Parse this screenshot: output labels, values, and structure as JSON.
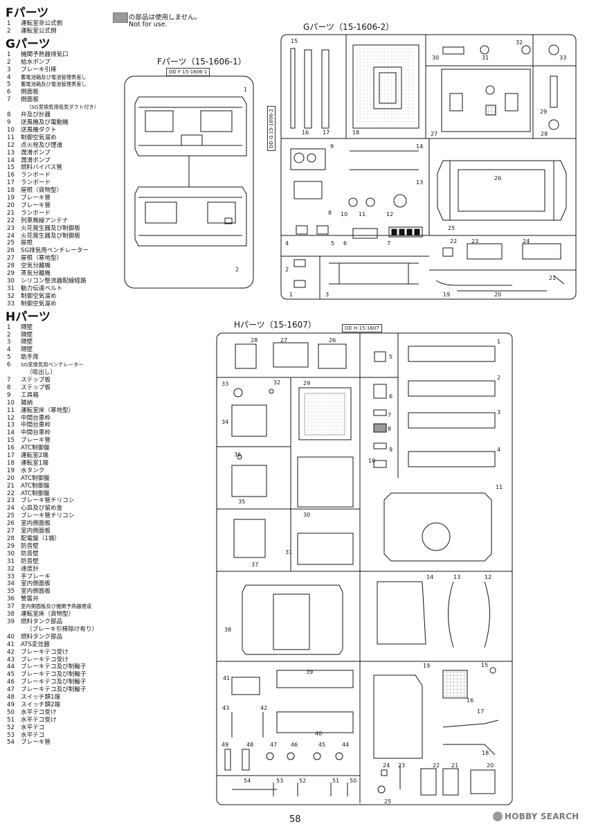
{
  "legend": {
    "f": {
      "title": "Fパーツ",
      "items": [
        {
          "n": "1",
          "t": "運転室非公式側"
        },
        {
          "n": "2",
          "t": "運転室公式側"
        }
      ]
    },
    "g": {
      "title": "Gパーツ",
      "items": [
        {
          "n": "1",
          "t": "機関予熱器排気口"
        },
        {
          "n": "2",
          "t": "給水ポンプ"
        },
        {
          "n": "3",
          "t": "ブレーキ引棒"
        },
        {
          "n": "4",
          "t": "蓄電池箱及び電池管理表差し"
        },
        {
          "n": "5",
          "t": "蓄電池箱及び電池管理表差し"
        },
        {
          "n": "6",
          "t": "側面板"
        },
        {
          "n": "7",
          "t": "側面板"
        },
        {
          "n": "",
          "t": "（SG室換気用吸気ダクト付き）"
        },
        {
          "n": "8",
          "t": "弁及び計器"
        },
        {
          "n": "9",
          "t": "送風機及び電動機"
        },
        {
          "n": "10",
          "t": "送風機ダクト"
        },
        {
          "n": "11",
          "t": "制御空気溜め"
        },
        {
          "n": "12",
          "t": "点火栓及び煙道"
        },
        {
          "n": "13",
          "t": "潤滑ポンプ"
        },
        {
          "n": "14",
          "t": "潤滑ポンプ"
        },
        {
          "n": "15",
          "t": "燃料バイパス管"
        },
        {
          "n": "16",
          "t": "ランボード"
        },
        {
          "n": "17",
          "t": "ランボード"
        },
        {
          "n": "18",
          "t": "屋根（貨物型）"
        },
        {
          "n": "19",
          "t": "ブレーキ管"
        },
        {
          "n": "20",
          "t": "ブレーキ管"
        },
        {
          "n": "21",
          "t": "ランボード"
        },
        {
          "n": "22",
          "t": "列車無線アンテナ"
        },
        {
          "n": "23",
          "t": "火花発生器及び制御板"
        },
        {
          "n": "24",
          "t": "火花発生器及び制御板"
        },
        {
          "n": "25",
          "t": "屋根"
        },
        {
          "n": "26",
          "t": "SG排気用ベンチレーター"
        },
        {
          "n": "27",
          "t": "屋根（寒地型）"
        },
        {
          "n": "28",
          "t": "空気分離機"
        },
        {
          "n": "29",
          "t": "蒸気分離機"
        },
        {
          "n": "30",
          "t": "シリコン整流器配線経路"
        },
        {
          "n": "31",
          "t": "動力伝達ベルト"
        },
        {
          "n": "32",
          "t": "制御空気溜め"
        },
        {
          "n": "33",
          "t": "制御空気溜め"
        }
      ]
    },
    "h": {
      "title": "Hパーツ",
      "items": [
        {
          "n": "1",
          "t": "隔壁"
        },
        {
          "n": "2",
          "t": "隔壁"
        },
        {
          "n": "3",
          "t": "隔壁"
        },
        {
          "n": "4",
          "t": "隔壁"
        },
        {
          "n": "5",
          "t": "助手席"
        },
        {
          "n": "6",
          "t": "SG室換気用ベンチレーター"
        },
        {
          "n": "",
          "t": "（吸出し）"
        },
        {
          "n": "7",
          "t": "ステップ板"
        },
        {
          "n": "8",
          "t": "ステップ板"
        },
        {
          "n": "9",
          "t": "工具箱"
        },
        {
          "n": "10",
          "t": "雑納"
        },
        {
          "n": "11",
          "t": "運転室床（寒地型）"
        },
        {
          "n": "12",
          "t": "中間台車枠"
        },
        {
          "n": "13",
          "t": "中間台車枠"
        },
        {
          "n": "14",
          "t": "中間台車枠"
        },
        {
          "n": "15",
          "t": "ブレーキ管"
        },
        {
          "n": "16",
          "t": "ATC制御盤"
        },
        {
          "n": "17",
          "t": "運転室2端"
        },
        {
          "n": "18",
          "t": "運転室1端"
        },
        {
          "n": "19",
          "t": "水タンク"
        },
        {
          "n": "20",
          "t": "ATC制御盤"
        },
        {
          "n": "21",
          "t": "ATC制御盤"
        },
        {
          "n": "22",
          "t": "ATC制御盤"
        },
        {
          "n": "23",
          "t": "ブレーキ管チリコシ"
        },
        {
          "n": "24",
          "t": "心皿及び留め金"
        },
        {
          "n": "25",
          "t": "ブレーキ管チリコシ"
        },
        {
          "n": "26",
          "t": "室内側面板"
        },
        {
          "n": "27",
          "t": "室内側面板"
        },
        {
          "n": "28",
          "t": "配電盤（1端）"
        },
        {
          "n": "29",
          "t": "防音壁"
        },
        {
          "n": "30",
          "t": "防音壁"
        },
        {
          "n": "31",
          "t": "防音壁"
        },
        {
          "n": "32",
          "t": "速度計"
        },
        {
          "n": "33",
          "t": "手ブレーキ"
        },
        {
          "n": "34",
          "t": "室内側面板"
        },
        {
          "n": "35",
          "t": "室内側面板"
        },
        {
          "n": "36",
          "t": "警笛弁"
        },
        {
          "n": "37",
          "t": "室内側面板及び機関予熱器煙道"
        },
        {
          "n": "38",
          "t": "運転室床（貨物型）"
        },
        {
          "n": "39",
          "t": "燃料タンク部品"
        },
        {
          "n": "",
          "t": "（ブレーキ引棒除け有り）"
        },
        {
          "n": "40",
          "t": "燃料タンク部品"
        },
        {
          "n": "41",
          "t": "ATS変信器"
        },
        {
          "n": "42",
          "t": "ブレーキテコ受け"
        },
        {
          "n": "43",
          "t": "ブレーキテコ受け"
        },
        {
          "n": "44",
          "t": "ブレーキテコ及び制輪子"
        },
        {
          "n": "45",
          "t": "ブレーキテコ及び制輪子"
        },
        {
          "n": "46",
          "t": "ブレーキテコ及び制輪子"
        },
        {
          "n": "47",
          "t": "ブレーキテコ及び制輪子"
        },
        {
          "n": "48",
          "t": "スイッチ類1端"
        },
        {
          "n": "49",
          "t": "スイッチ類2端"
        },
        {
          "n": "50",
          "t": "水平テコ受け"
        },
        {
          "n": "51",
          "t": "水平テコ受け"
        },
        {
          "n": "52",
          "t": "水平テコ"
        },
        {
          "n": "53",
          "t": "水平テコ"
        },
        {
          "n": "54",
          "t": "ブレーキ管"
        }
      ]
    }
  },
  "note": {
    "jp": "の部品は使用しません。",
    "en": "Not for use.",
    "color": "#9a9a9a"
  },
  "runners": {
    "f": {
      "title": "Fパーツ（15-1606-1）",
      "tag": "DD F 15-1606-1",
      "parts": [
        "1",
        "2"
      ]
    },
    "g": {
      "title": "Gパーツ（15-1606-2）",
      "tag": "DD G 15-1606-2",
      "parts": [
        "15",
        "16",
        "17",
        "18",
        "30",
        "31",
        "32",
        "33",
        "29",
        "28",
        "27",
        "9",
        "14",
        "13",
        "26",
        "8",
        "10",
        "11",
        "12",
        "25",
        "4",
        "5",
        "6",
        "7",
        "22",
        "23",
        "24",
        "2",
        "21",
        "1",
        "3",
        "19",
        "20"
      ]
    },
    "h": {
      "title": "Hパーツ（15-1607）",
      "tag": "DD H 15-1607",
      "parts": [
        "28",
        "27",
        "26",
        "5",
        "1",
        "33",
        "32",
        "29",
        "6",
        "2",
        "7",
        "34",
        "8",
        "3",
        "36",
        "9",
        "4",
        "10",
        "35",
        "30",
        "11",
        "37",
        "31",
        "14",
        "13",
        "12",
        "38",
        "19",
        "15",
        "41",
        "39",
        "16",
        "43",
        "42",
        "17",
        "40",
        "18",
        "49",
        "48",
        "47",
        "46",
        "45",
        "44",
        "24",
        "23",
        "22",
        "21",
        "20",
        "54",
        "53",
        "52",
        "51",
        "50",
        "25"
      ]
    }
  },
  "page": {
    "number": "58"
  },
  "brand": {
    "text": "HOBBY SEARCH"
  }
}
